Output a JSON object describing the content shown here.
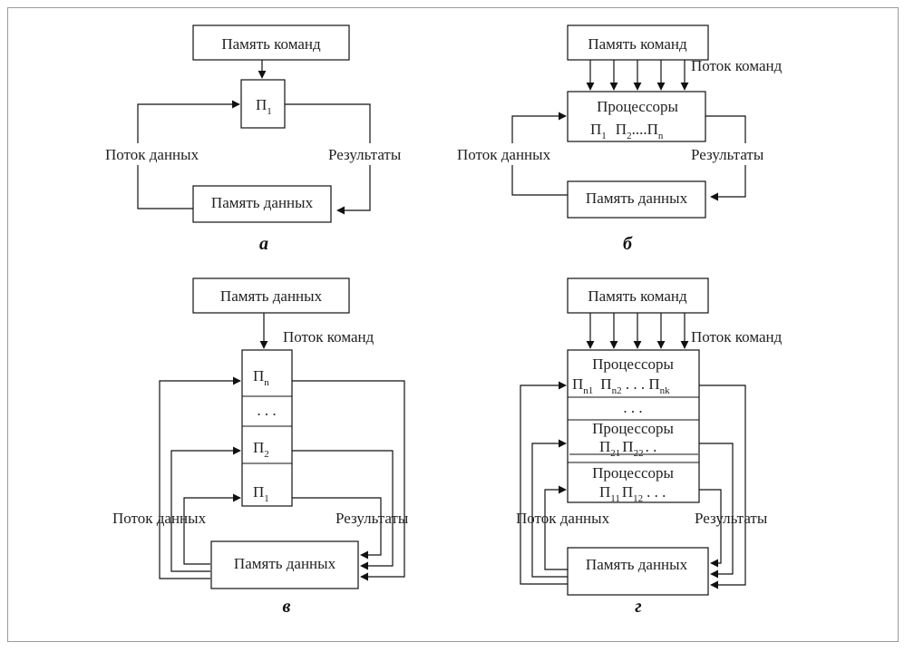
{
  "instruction_memory": "Память команд",
  "data_memory": "Память данных",
  "instruction_stream": "Поток команд",
  "data_stream": "Поток данных",
  "results": "Результаты",
  "processors": "Процессоры",
  "dots": ". . .",
  "proc_letter": "П",
  "a": {
    "label": "а",
    "proc_sub": "1"
  },
  "b": {
    "label": "б",
    "row_sub_1": "1",
    "row_sub_2": "2",
    "row_mid": "....",
    "row_sub_n": "n"
  },
  "v": {
    "label": "в",
    "sub_n": "n",
    "sub_2": "2",
    "sub_1": "1",
    "top_memory": "Память данных"
  },
  "g": {
    "label": "г",
    "r1_s1": "n1",
    "r1_s2": "n2",
    "r1_mid": " . . . ",
    "r1_s3": "nk",
    "r2_s1": "21",
    "r2_s2": "22",
    "r2_tail": ". .",
    "r3_s1": "11",
    "r3_s2": "12",
    "r3_tail": ". . ."
  },
  "colors": {
    "line": "#111111",
    "border": "#9a9a9a"
  }
}
